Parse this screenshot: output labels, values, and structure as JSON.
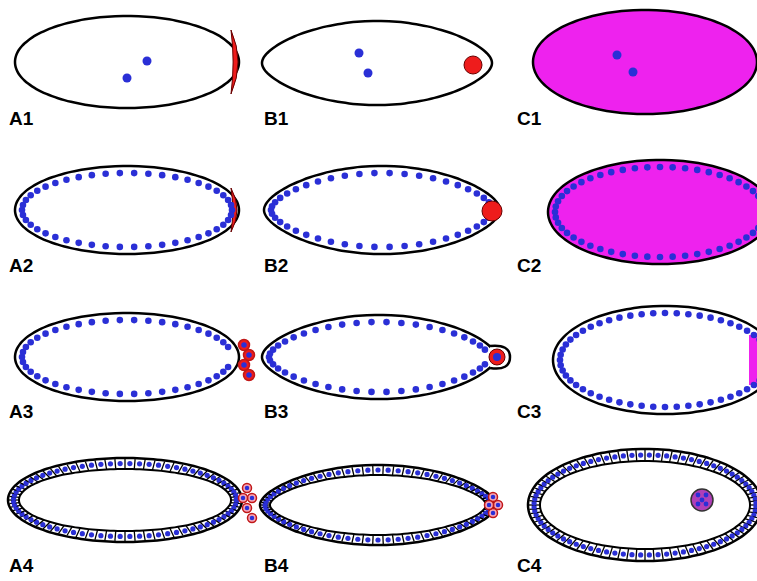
{
  "diagram": {
    "labels": [
      "A1",
      "B1",
      "C1",
      "A2",
      "B2",
      "C2",
      "A3",
      "B3",
      "C3",
      "A4",
      "B4",
      "C4"
    ]
  }
}
